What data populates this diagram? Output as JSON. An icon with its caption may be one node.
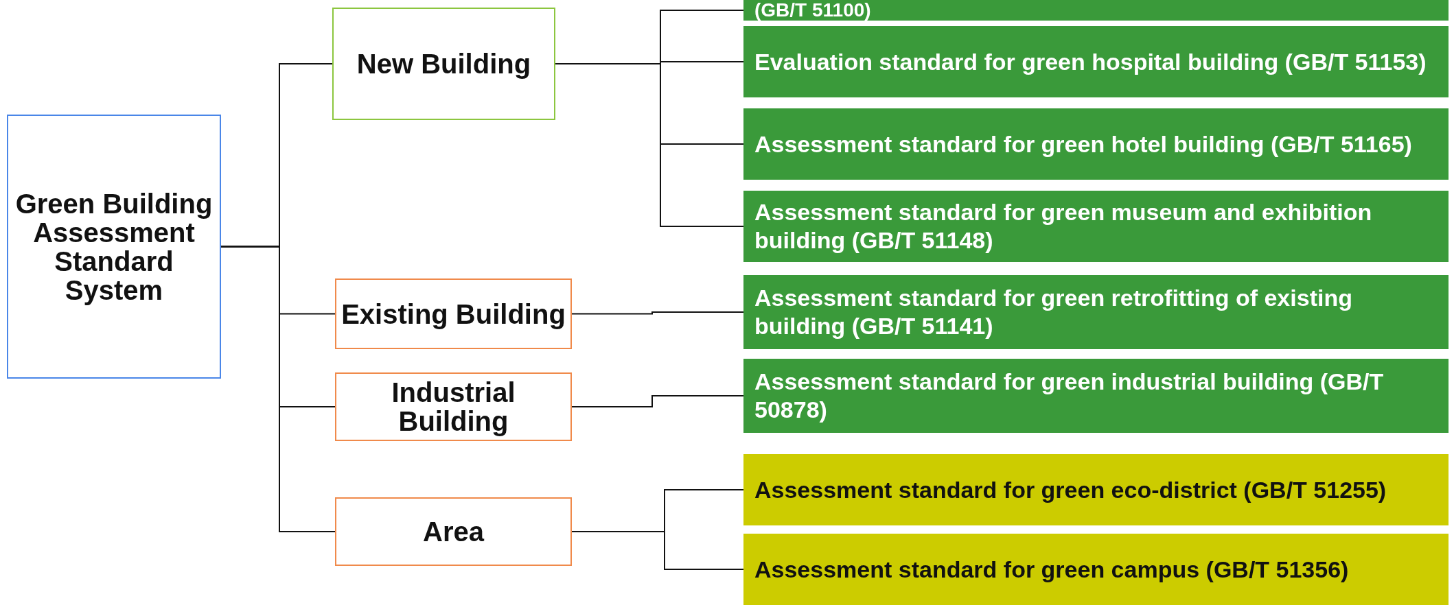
{
  "diagram": {
    "nodes": [
      {
        "text": [
          "Green Building Assessment Standard System"
        ]
      },
      {
        "text": [
          "New Building"
        ]
      },
      {
        "text": [
          "Existing Building"
        ]
      },
      {
        "text": [
          "Industrial Building"
        ]
      },
      {
        "text": [
          "Area"
        ]
      },
      {
        "text": [
          "(GB/T 51100)"
        ]
      },
      {
        "text": [
          "Evaluation standard for green hospital building (GB/T 51153)"
        ]
      },
      {
        "text": [
          "Assessment standard for green hotel building (GB/T 51165)"
        ]
      },
      {
        "text": [
          "Assessment standard for green museum and exhibition building (GB/T 51148)"
        ]
      },
      {
        "text": [
          "Assessment standard for green retrofitting of existing building (GB/T 51141)"
        ]
      },
      {
        "text": [
          "Assessment standard for green industrial building (GB/T 50878)"
        ]
      },
      {
        "text": [
          "Assessment standard for green eco-district (GB/T 51255)"
        ]
      },
      {
        "text": [
          "Assessment standard for green campus (GB/T 51356)"
        ]
      }
    ],
    "edges": [
      {
        "from": 0,
        "to": 1,
        "arrow": "none"
      },
      {
        "from": 0,
        "to": 2,
        "arrow": "none"
      },
      {
        "from": 0,
        "to": 3,
        "arrow": "none"
      },
      {
        "from": 0,
        "to": 4,
        "arrow": "none"
      },
      {
        "from": 1,
        "to": 5,
        "arrow": "none"
      },
      {
        "from": 1,
        "to": 6,
        "arrow": "none"
      },
      {
        "from": 1,
        "to": 7,
        "arrow": "none"
      },
      {
        "from": 1,
        "to": 8,
        "arrow": "none"
      },
      {
        "from": 2,
        "to": 9,
        "arrow": "none"
      },
      {
        "from": 3,
        "to": 10,
        "arrow": "none"
      },
      {
        "from": 4,
        "to": 11,
        "arrow": "none"
      },
      {
        "from": 4,
        "to": 12,
        "arrow": "none"
      }
    ]
  }
}
